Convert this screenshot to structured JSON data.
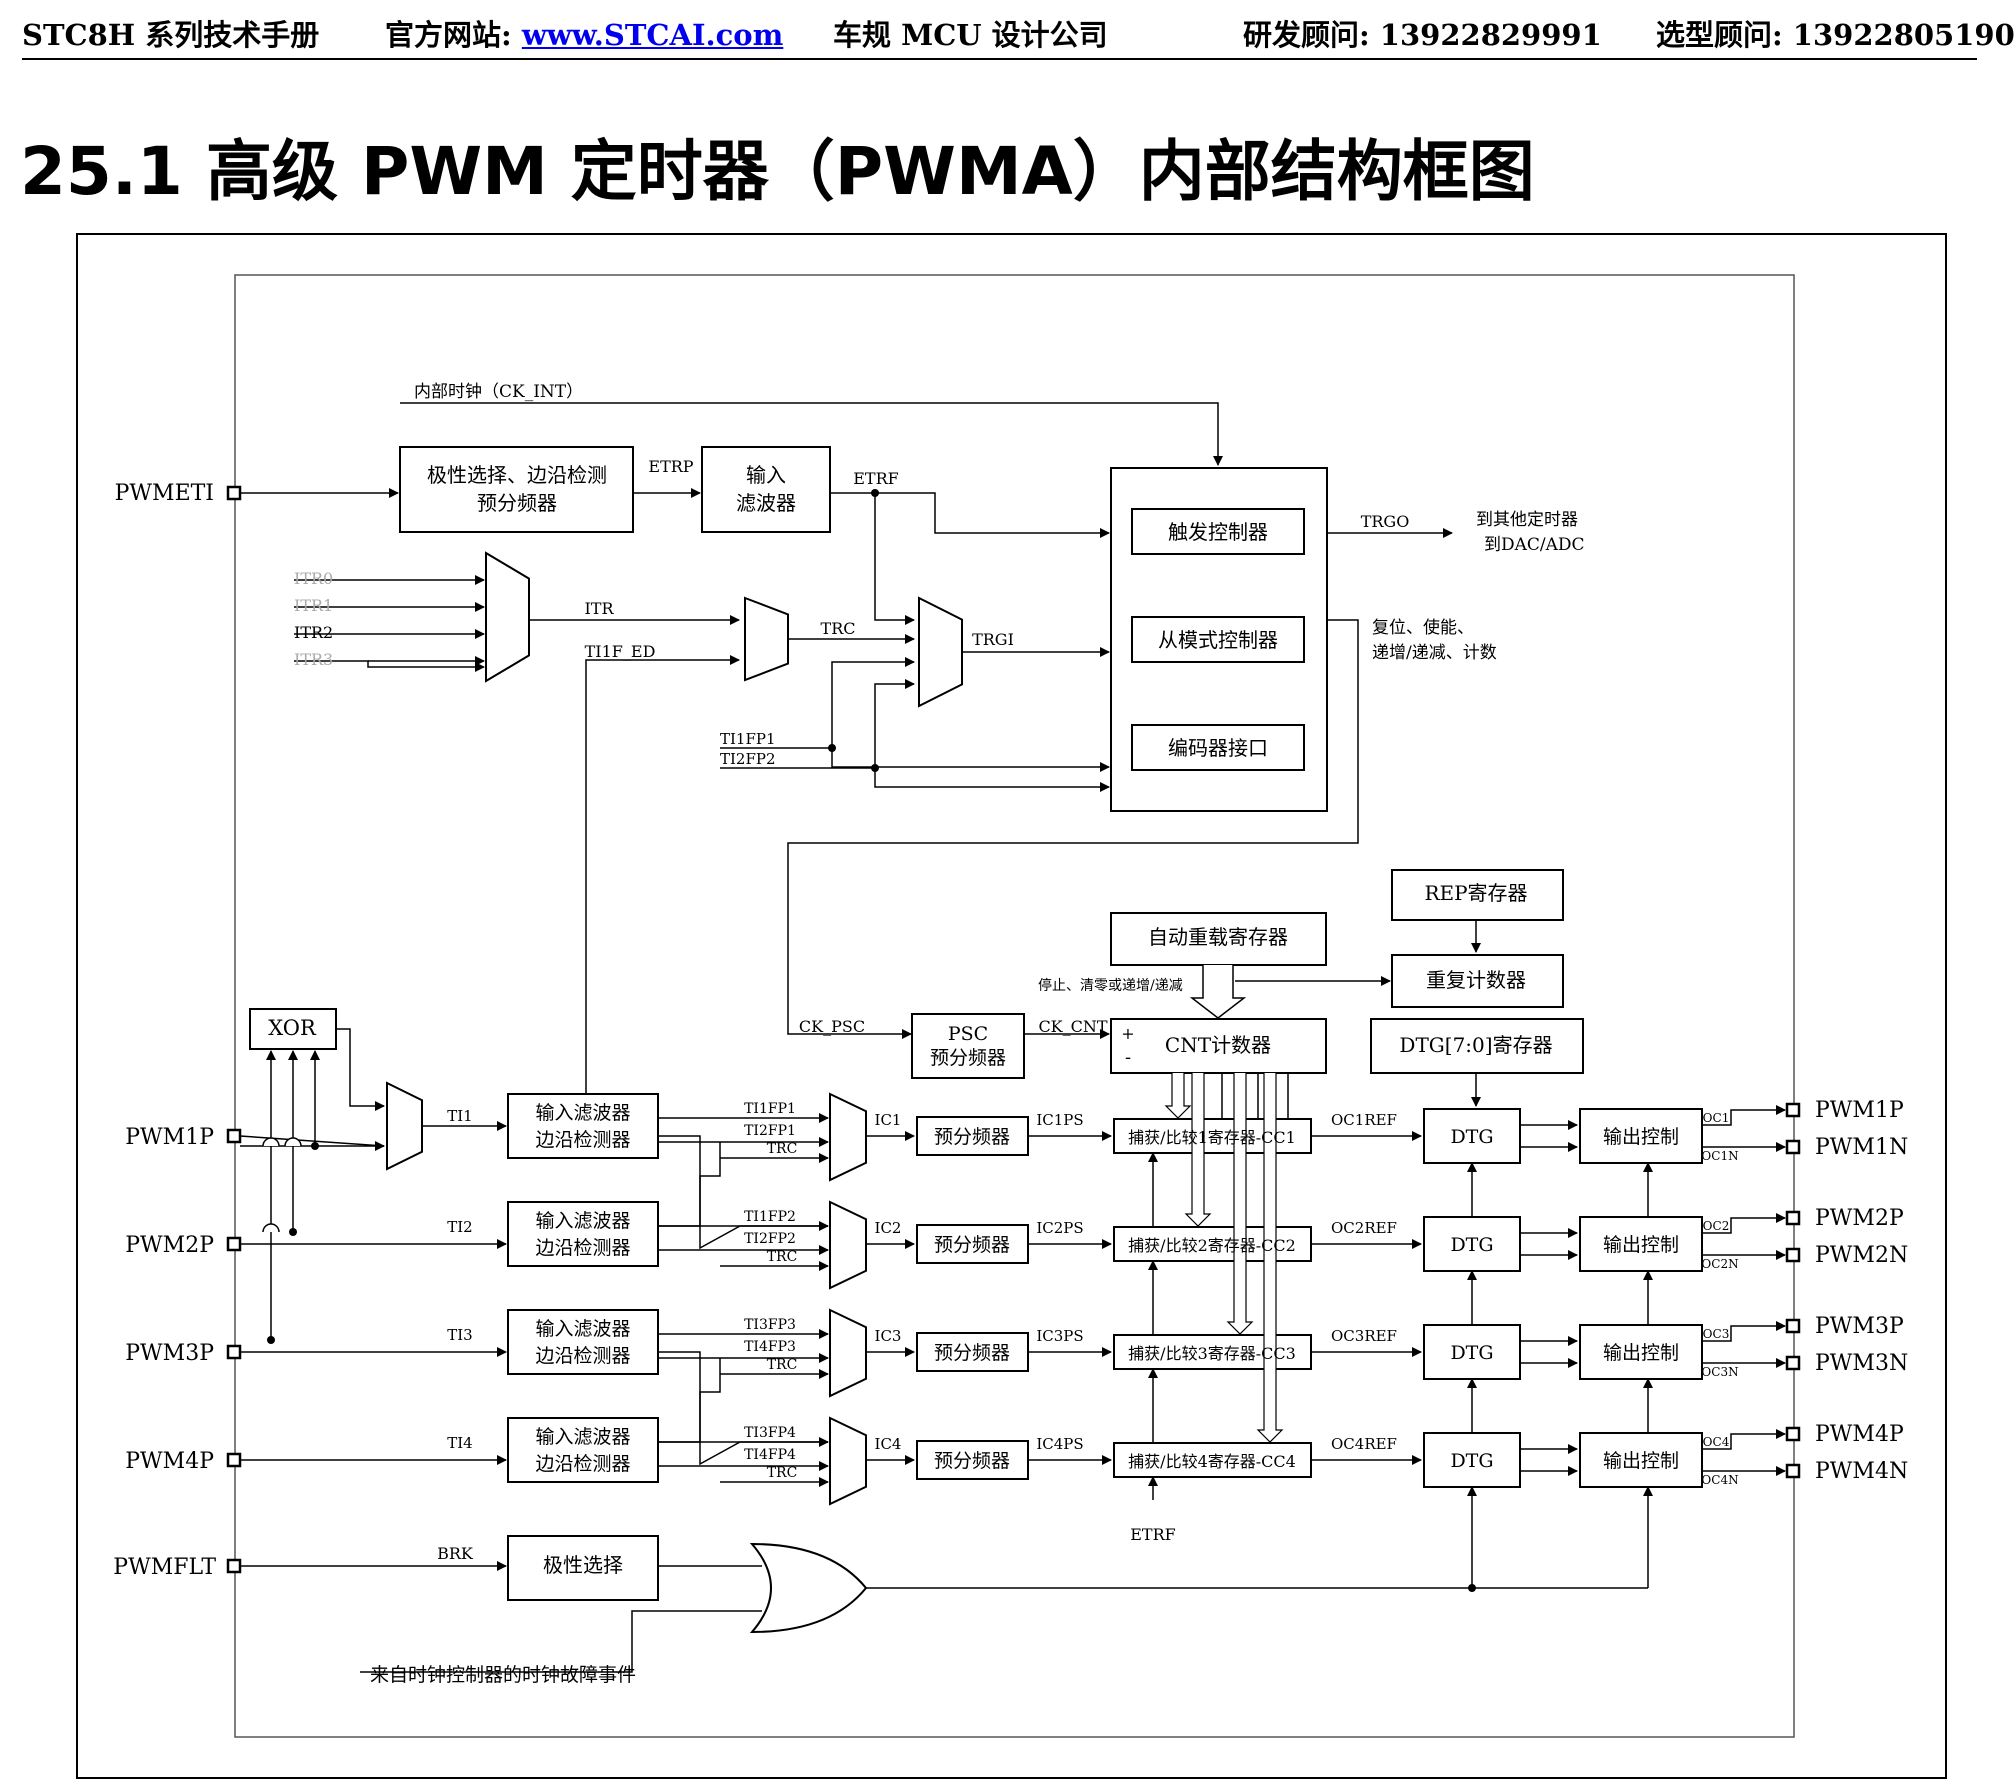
{
  "header": {
    "manual": "STC8H 系列技术手册",
    "site_label": "官方网站: ",
    "site_url": "www.STCAI.com",
    "company": "车规 MCU 设计公司",
    "rd_contact": "研发顾问: 13922829991",
    "sales_contact": "选型顾问: 13922805190"
  },
  "section": {
    "number": "25.1",
    "title": "高级 PWM 定时器（PWMA）内部结构框图"
  },
  "diagram": {
    "ck_int": "内部时钟（CK_INT）",
    "pwmeti": "PWMETI",
    "polarity_edge_1": "极性选择、边沿检测",
    "polarity_edge_2": "预分频器",
    "etrp": "ETRP",
    "input_filter_1": "输入",
    "input_filter_2": "滤波器",
    "etrf": "ETRF",
    "trigger_ctrl": "触发控制器",
    "slave_ctrl": "从模式控制器",
    "encoder_if": "编码器接口",
    "trgo": "TRGO",
    "to_other_1": "到其他定时器",
    "to_other_2": "到DAC/ADC",
    "reset_note_1": "复位、使能、",
    "reset_note_2": "递增/递减、计数",
    "itr0": "ITR0",
    "itr1": "ITR1",
    "itr2": "ITR2",
    "itr3": "ITR3",
    "itr": "ITR",
    "ti1f_ed": "TI1F_ED",
    "trc": "TRC",
    "trgi": "TRGI",
    "ti1fp1": "TI1FP1",
    "ti2fp2": "TI2FP2",
    "rep_reg": "REP寄存器",
    "auto_reload": "自动重载寄存器",
    "rep_counter": "重复计数器",
    "stop_note": "停止、清零或递增/递减",
    "ck_psc": "CK_PSC",
    "psc_1": "PSC",
    "psc_2": "预分频器",
    "ck_cnt": "CK_CNT",
    "plus": "+",
    "minus": "-",
    "cnt": "CNT计数器",
    "dtg_reg": "DTG[7:0]寄存器",
    "xor": "XOR",
    "filter_1": "输入滤波器",
    "filter_2": "边沿检测器",
    "prescaler": "预分频器",
    "dtg": "DTG",
    "output_ctrl": "输出控制",
    "etrf_bottom": "ETRF",
    "pwmflt": "PWMFLT",
    "brk": "BRK",
    "polarity_sel": "极性选择",
    "clock_fault": "来自时钟控制器的时钟故障事件",
    "channels": [
      {
        "pin": "PWM1P",
        "ti": "TI1",
        "fpa": "TI1FP1",
        "fpb": "TI2FP1",
        "trc": "TRC",
        "ic": "IC1",
        "icps": "IC1PS",
        "cc": "捕获/比较1寄存器-CC1",
        "ocref": "OC1REF",
        "oc": "OC1",
        "ocn": "OC1N",
        "outp": "PWM1P",
        "outn": "PWM1N"
      },
      {
        "pin": "PWM2P",
        "ti": "TI2",
        "fpa": "TI1FP2",
        "fpb": "TI2FP2",
        "trc": "TRC",
        "ic": "IC2",
        "icps": "IC2PS",
        "cc": "捕获/比较2寄存器-CC2",
        "ocref": "OC2REF",
        "oc": "OC2",
        "ocn": "OC2N",
        "outp": "PWM2P",
        "outn": "PWM2N"
      },
      {
        "pin": "PWM3P",
        "ti": "TI3",
        "fpa": "TI3FP3",
        "fpb": "TI4FP3",
        "trc": "TRC",
        "ic": "IC3",
        "icps": "IC3PS",
        "cc": "捕获/比较3寄存器-CC3",
        "ocref": "OC3REF",
        "oc": "OC3",
        "ocn": "OC3N",
        "outp": "PWM3P",
        "outn": "PWM3N"
      },
      {
        "pin": "PWM4P",
        "ti": "TI4",
        "fpa": "TI3FP4",
        "fpb": "TI4FP4",
        "trc": "TRC",
        "ic": "IC4",
        "icps": "IC4PS",
        "cc": "捕获/比较4寄存器-CC4",
        "ocref": "OC4REF",
        "oc": "OC4",
        "ocn": "OC4N",
        "outp": "PWM4P",
        "outn": "PWM4N"
      }
    ]
  }
}
